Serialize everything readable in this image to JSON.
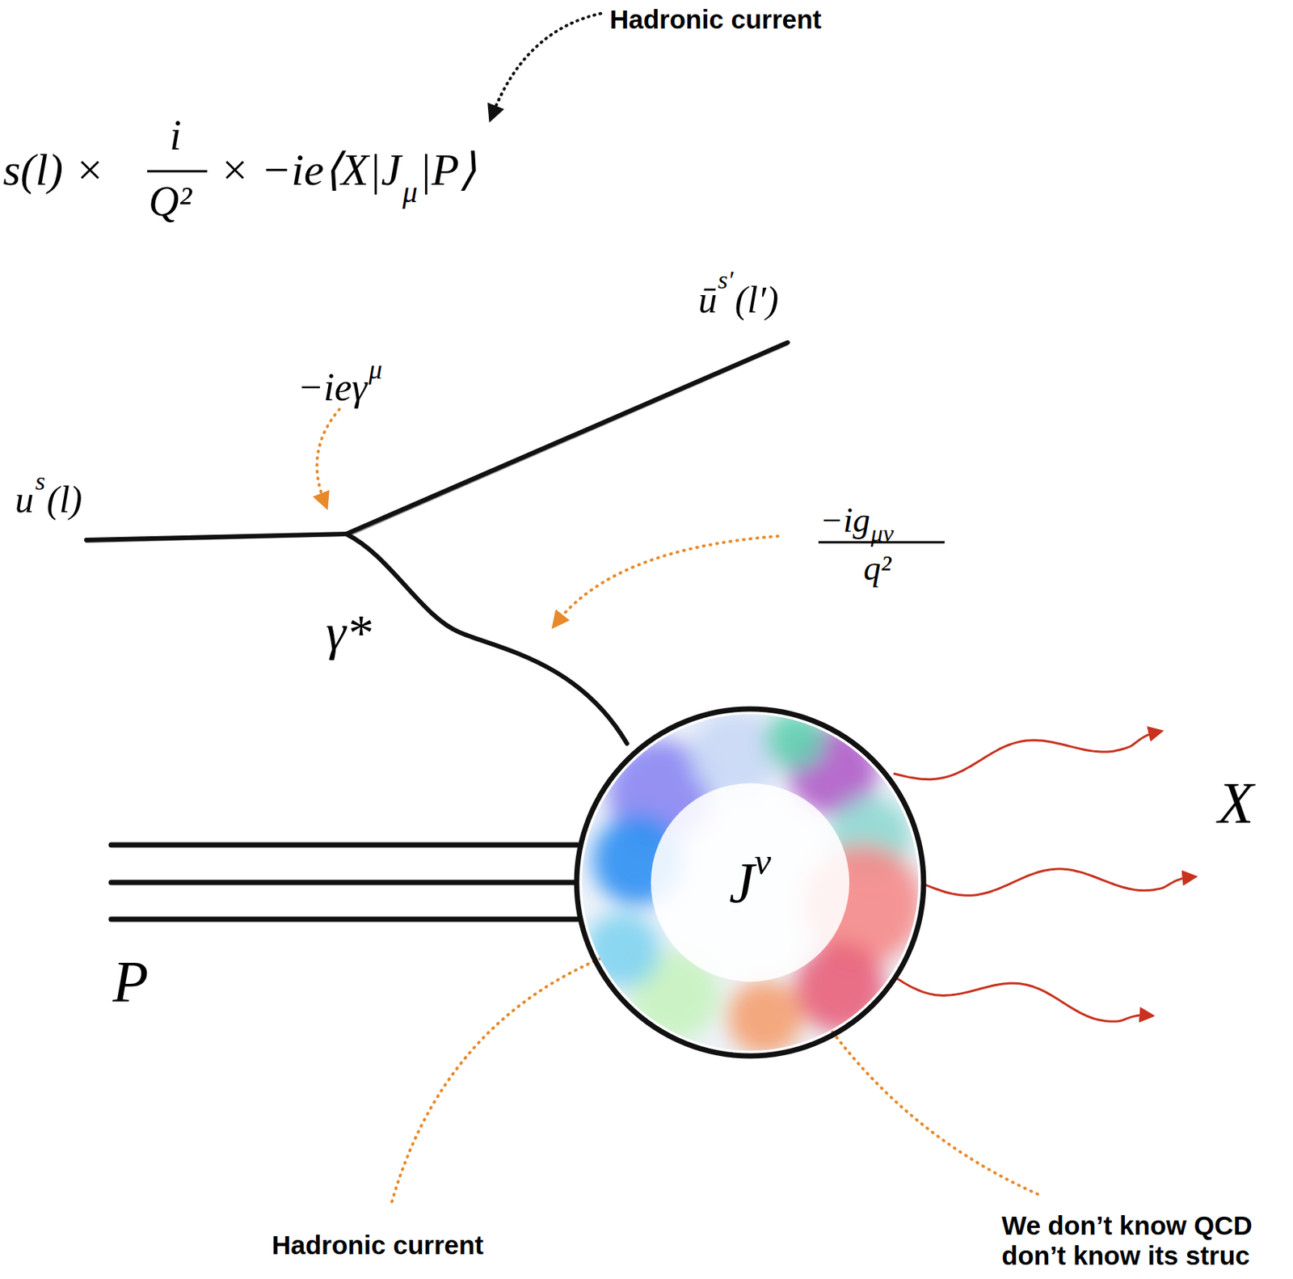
{
  "diagram": {
    "nodes": [
      {
        "text": [
          "J",
          "ν"
        ]
      }
    ],
    "labels": [
      "s(l) ×",
      "i",
      "Q²",
      "× −ie⟨X|J",
      "μ",
      "|P⟩",
      "Hadronic current",
      "ū",
      "s′",
      "(l′)",
      "−ieγ",
      "μ",
      "u",
      "s",
      "(l)",
      "−ig",
      "μν",
      "q²",
      "γ*",
      "P",
      "X",
      "Hadronic current",
      "We don’t know QCD",
      "don’t know its struc"
    ]
  }
}
